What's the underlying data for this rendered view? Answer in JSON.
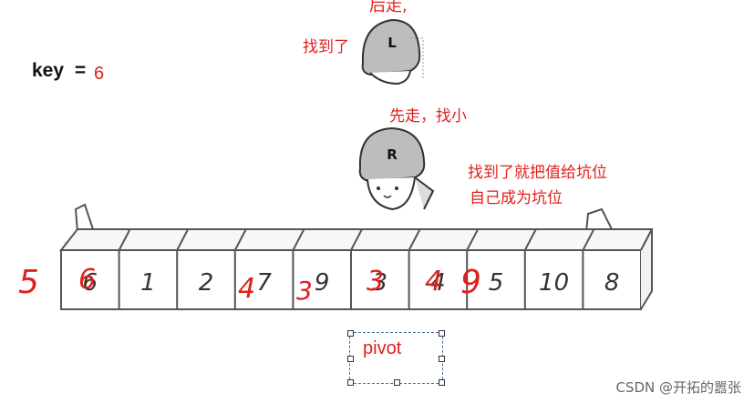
{
  "key": {
    "label": "key",
    "equals": "=",
    "value": "6"
  },
  "top_text": "后走,",
  "found_left": "找到了",
  "left_helmet": "L",
  "right_helmet": "R",
  "right_first": "先走，找小",
  "right_found_line1": "找到了就把值给坑位",
  "right_found_line2": "自己成为坑位",
  "pivot_label": "pivot",
  "array_cells": [
    "6",
    "1",
    "2",
    "7",
    "9",
    "3",
    "4",
    "5",
    "10",
    "8"
  ],
  "red_annotations": {
    "left_of_array": "5",
    "cell0_over": "6",
    "cell3_over": "4",
    "cell4_over": "3",
    "cell5_over": "3",
    "cell6_over": "4",
    "cell7_over": "9"
  },
  "watermark": "CSDN @开拓的嚣张",
  "colors": {
    "annotation_red": "#e0201c",
    "helmet_gray": "#b9b9b9",
    "cell_border": "#555555"
  }
}
